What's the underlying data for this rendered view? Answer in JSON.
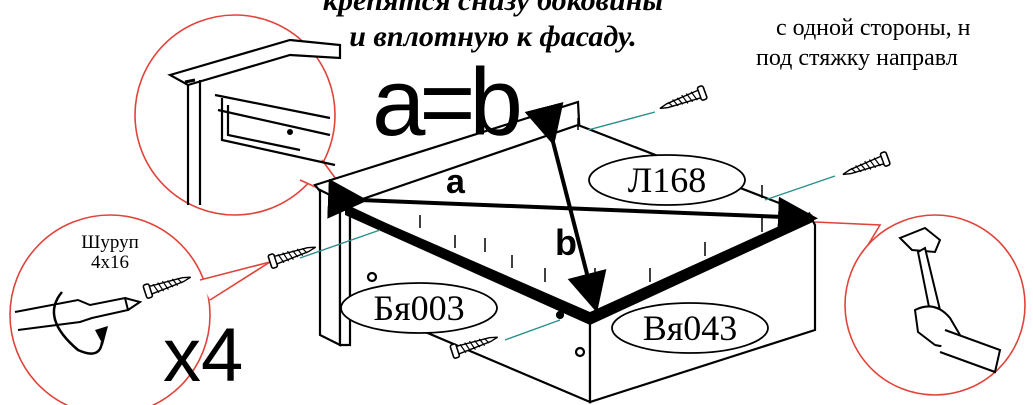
{
  "heading": {
    "line1": "крепятся снизу боковины",
    "line2": "и вплотную к фасаду."
  },
  "right_note": {
    "line1": "с одной стороны, н",
    "line2": "под стяжку направл"
  },
  "formula": "a=b",
  "diagonal_a": "a",
  "diagonal_b": "b",
  "parts": {
    "top": "Л168",
    "front": "Бя003",
    "side": "Вя043"
  },
  "screw": {
    "name": "Шуруп",
    "size": "4x16",
    "quantity": "x4"
  },
  "colors": {
    "ink": "#000000",
    "circle": "#e0443a",
    "guide": "#2a8f8a"
  }
}
